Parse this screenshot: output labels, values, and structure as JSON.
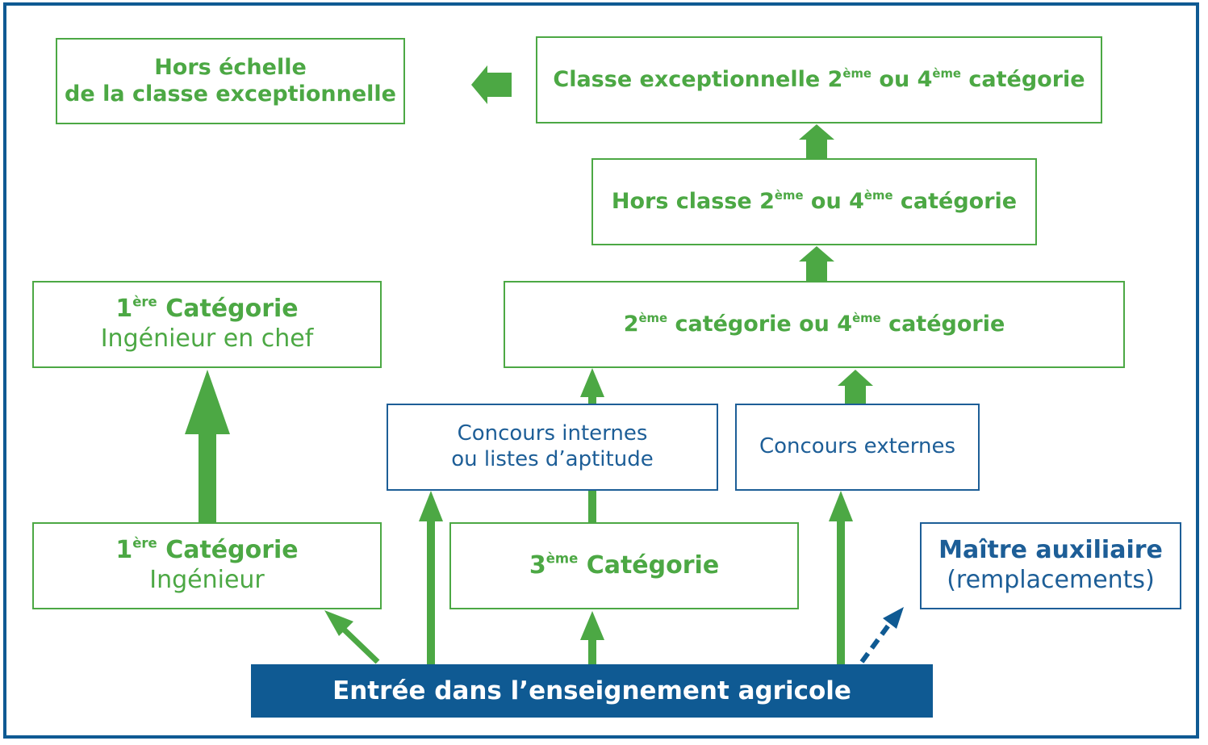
{
  "colors": {
    "green": "#4ca844",
    "blue": "#1d5e97",
    "dark_blue": "#0f5a93",
    "background": "#ffffff"
  },
  "boxes": {
    "hors_echelle": {
      "line1": "Hors échelle",
      "line2": "de la classe exceptionnelle"
    },
    "classe_exceptionnelle": {
      "num1": "2",
      "sup1": "ème",
      "mid": " ou ",
      "num2": "4",
      "sup2": "ème",
      "prefix": "Classe exceptionnelle ",
      "suffix": " catégorie"
    },
    "hors_classe": {
      "prefix": "Hors classe ",
      "num1": "2",
      "sup1": "ème",
      "mid": " ou ",
      "num2": "4",
      "sup2": "ème",
      "suffix": " catégorie"
    },
    "deuxieme_quatrieme": {
      "num1": "2",
      "sup1": "ème",
      "mid": " catégorie ou ",
      "num2": "4",
      "sup2": "ème",
      "suffix": " catégorie"
    },
    "premiere_chef": {
      "num": "1",
      "sup": "ère",
      "title": " Catégorie",
      "subtitle": "Ingénieur en chef"
    },
    "premiere_ingenieur": {
      "num": "1",
      "sup": "ère",
      "title": " Catégorie",
      "subtitle": "Ingénieur"
    },
    "concours_internes": {
      "line1": "Concours internes",
      "line2": "ou listes d’aptitude"
    },
    "concours_externes": {
      "label": "Concours externes"
    },
    "troisieme": {
      "num": "3",
      "sup": "ème",
      "title": " Catégorie"
    },
    "maitre_auxiliaire": {
      "title": "Maître auxiliaire",
      "subtitle": "(remplacements)"
    },
    "entree": {
      "label": "Entrée dans l’enseignement agricole"
    }
  }
}
